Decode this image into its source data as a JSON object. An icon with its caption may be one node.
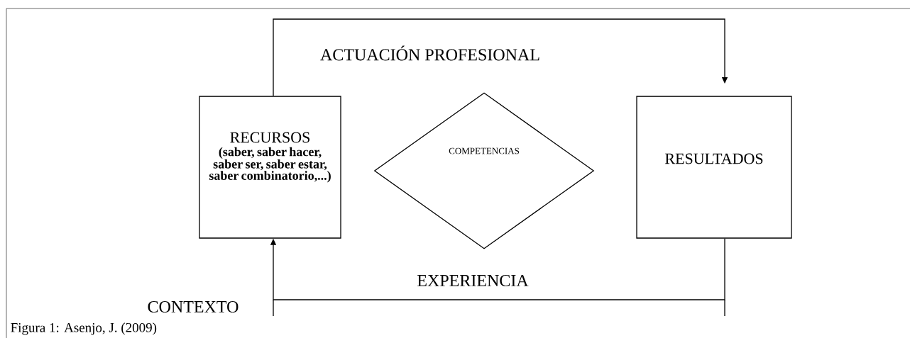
{
  "diagram": {
    "caption": "Figura 1: Asenjo, J. (2009)",
    "nodes": [
      {
        "text": [
          "RECURSOS",
          "(saber, saber hacer, saber ser, saber estar, saber combinatorio,...)"
        ]
      },
      {
        "text": [
          "COMPETENCIAS"
        ]
      },
      {
        "text": [
          "RESULTADOS"
        ]
      }
    ],
    "edges": [
      {
        "from": 0,
        "to": 2,
        "arrow": "to"
      },
      {
        "from": 2,
        "to": 0,
        "arrow": "to"
      }
    ],
    "labels": [
      "ACTUACIÓN PROFESIONAL",
      "EXPERIENCIA",
      "CONTEXTO"
    ]
  }
}
